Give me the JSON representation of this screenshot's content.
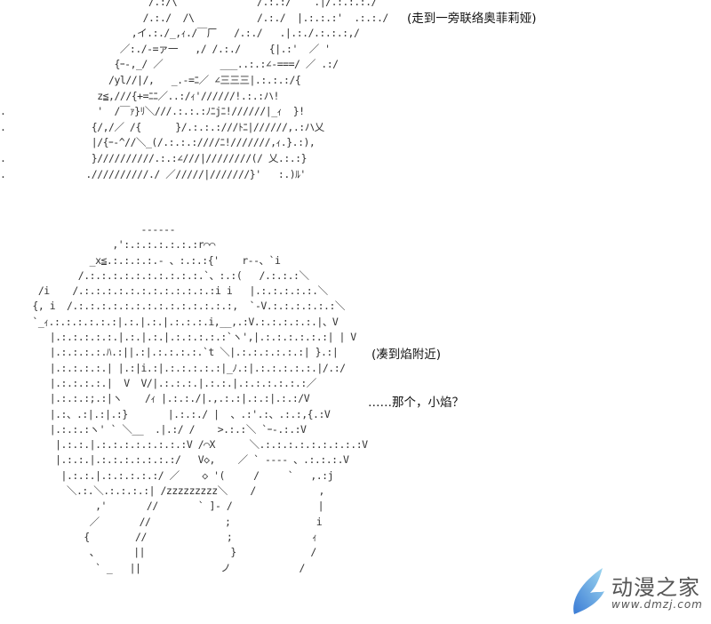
{
  "dialogue": [
    "(走到一旁联络奥菲莉娅)",
    "(凑到焰附近)",
    "……那个，小焰？"
  ],
  "ascii_art_top": [
    "                          /.:/\\              /.:.:/    .|/.:.:.:./",
    "                         /.:./  /\\           /.:./  |.:.:.:'  .:.:./",
    "                       ,イ.:./_,ｨ./￣厂   /.:./   .|.:./.:.:.:,/",
    "                     ／:./-=ァ一   ,/ /.:./     {|.:'  ／ '",
    "                    {ｰ-,_/ ／          ___..:.:∠-===/ ／ .:/",
    "                   /yl//|/,   _.-=ﾆ／ ∠三三三|.:.:.:/{",
    "                 z≦,///{+=ﾆﾆ／..:/ｨ'//////!.:.:ハ!",
    ".                '  /￣ｧ}ﾘ＼///.:.:.:ﾉﾆjﾆ!//////|_ｨ  }!",
    ".               {/,/／ /{      }/.:.:.:///ﾄﾆ|//////,.:ハ乂",
    "                |/{ｰ-^//＼_(/.:.:.:////ﾆ!///////,ｨ.}.:),",
    ".               }//////////.:.:∠///|////////(/ 乂.:.:}",
    ".              .//////////./ ／/////|///////}'   :.)ﾙ'"
  ],
  "ascii_art_bottom": [
    "                    ------",
    "               ,':.:.:.:.:.:.:r⌒⌒",
    "           _x≦.:.:.:.:.- 、:.:.:{'    r--、`i",
    "         /.:.:.:.:.:.:.:.:.:.:.`、:.:(   /.:.:.:＼",
    "  /i    /.:.:.:.:.:.:.:.:.:.:.:.:i i   |.:.:.:.:.:.＼",
    " {, i  /.:.:.:.:.:.:.:.:.:.:.:.:.:.:,  `-V.:.:.:.:.:.:＼",
    " `_ｨ.:.:.:.:.:.:|.:.|.:.|.:.:.:.i,__,.:V.:.:.:.:.:.|、V",
    "    |.:.:.:.:.:.|.:.|.:.|.:.:.:.:.:`ヽ',|.:.:.:.:.:.:| | V",
    "    |.:.:.:.:.ﾊ.:||.:|.:.:.:.:.`t ＼|.:.:.:.:.:.:| }.:|",
    "    |.:.:.:.:.| |.:|i.:|.:.:.:.:.:|_ﾉ.:|.:.:.:.:.:.|/.:/",
    "    |.:.:.:.:.|  V  V/|.:.:.:.|.:.:.|.:.:.:.:.:.:／",
    "    |.:.:.:;.:|ヽ    /ｨ |.:.:./|.,.:.:|.:.:|.:.:/V",
    "    |.:、.:|.:|.:}       |.:.:./ |  、.:'.:、.:.:,{.:V",
    "    |.:.:.:ヽ' ` ＼__  .|.:/ /    >.:.:＼ `ｰ-.:.:V",
    "     |.:.:.|.:.:.:.:.:.:.:.:V /⌒X      ＼.:.:.:.:.:.:.:.:.:V",
    "     |.:.:.|.:.:.:.:.:.:.:/   V◇,    ／ ` ---- 、.:.:.:.V",
    "      |.:.:.|.:.:.:.:.:/ ／    ◇ '(     /     `   ,.:j",
    "       ＼.:.＼.:.:.:.:| /zzzzzzzzz＼    /           ,",
    "            ,'       //       ` ]- /               |",
    "           ／       //             ;               i",
    "          {        //              ;              ｨ",
    "           、      ||               }             /",
    "            ` _   ||              ノ            /"
  ],
  "logo": {
    "name": "动漫之家",
    "url": "www.dmzj.com",
    "color": "#4a90d9"
  }
}
